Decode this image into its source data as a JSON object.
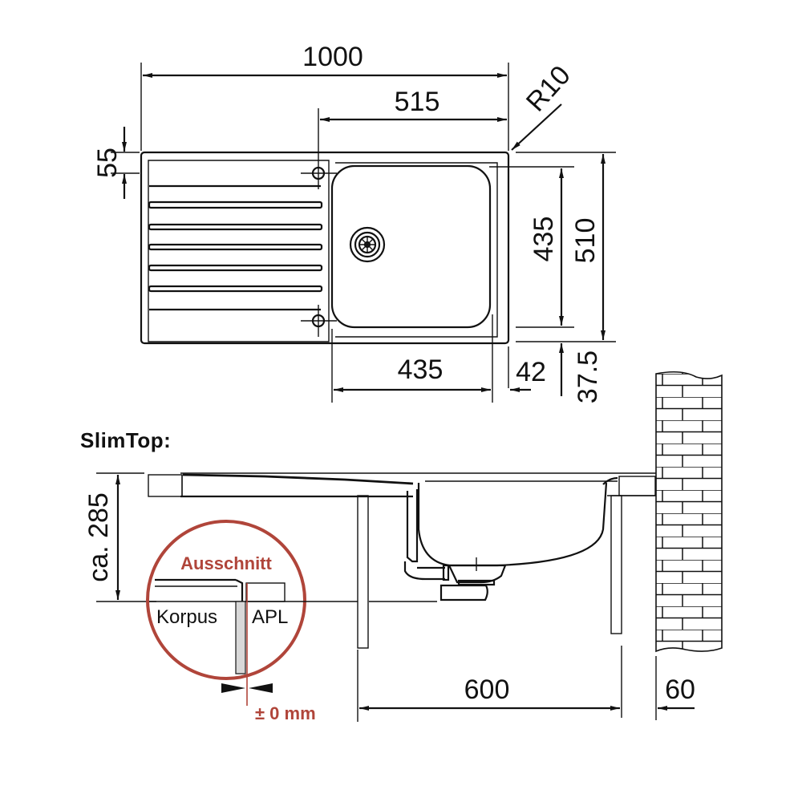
{
  "top_view": {
    "dim_total_width": "1000",
    "dim_bowl_offset": "515",
    "dim_radius": "R10",
    "dim_tap_hole_offset": "55",
    "dim_bowl_depth_inner": "435",
    "dim_total_depth": "510",
    "dim_bowl_width": "435",
    "dim_rim_right": "42",
    "dim_rim_front": "37.5"
  },
  "section_view": {
    "title": "SlimTop:",
    "dim_height": "ca. 285",
    "dim_cabinet_width": "600",
    "dim_wall_gap": "60"
  },
  "detail": {
    "title": "Ausschnitt",
    "label_left": "Korpus",
    "label_right": "APL",
    "tolerance": "± 0 mm"
  },
  "colors": {
    "line": "#111111",
    "accent_red": "#b0453a",
    "background": "#ffffff"
  }
}
